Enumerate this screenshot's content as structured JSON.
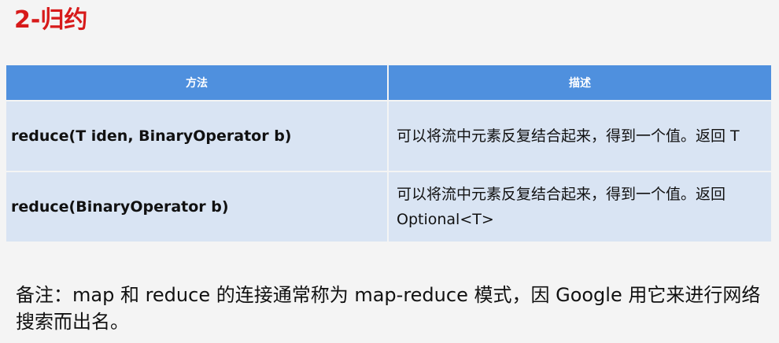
{
  "title": "2-归约",
  "table": {
    "headers": [
      "方法",
      "描述"
    ],
    "rows": [
      {
        "method": "reduce(T iden, BinaryOperator b)",
        "description": "可以将流中元素反复结合起来，得到一个值。返回 T"
      },
      {
        "method": "reduce(BinaryOperator b)",
        "description": "可以将流中元素反复结合起来，得到一个值。返回 Optional<T>"
      }
    ]
  },
  "note": "备注：map 和 reduce 的连接通常称为 map-reduce 模式，因 Google 用它来进行网络搜索而出名。",
  "colors": {
    "title": "#d71a1a",
    "header_bg": "#4f90de",
    "row_bg": "#d9e4f3",
    "page_bg": "#f4f4f4"
  }
}
